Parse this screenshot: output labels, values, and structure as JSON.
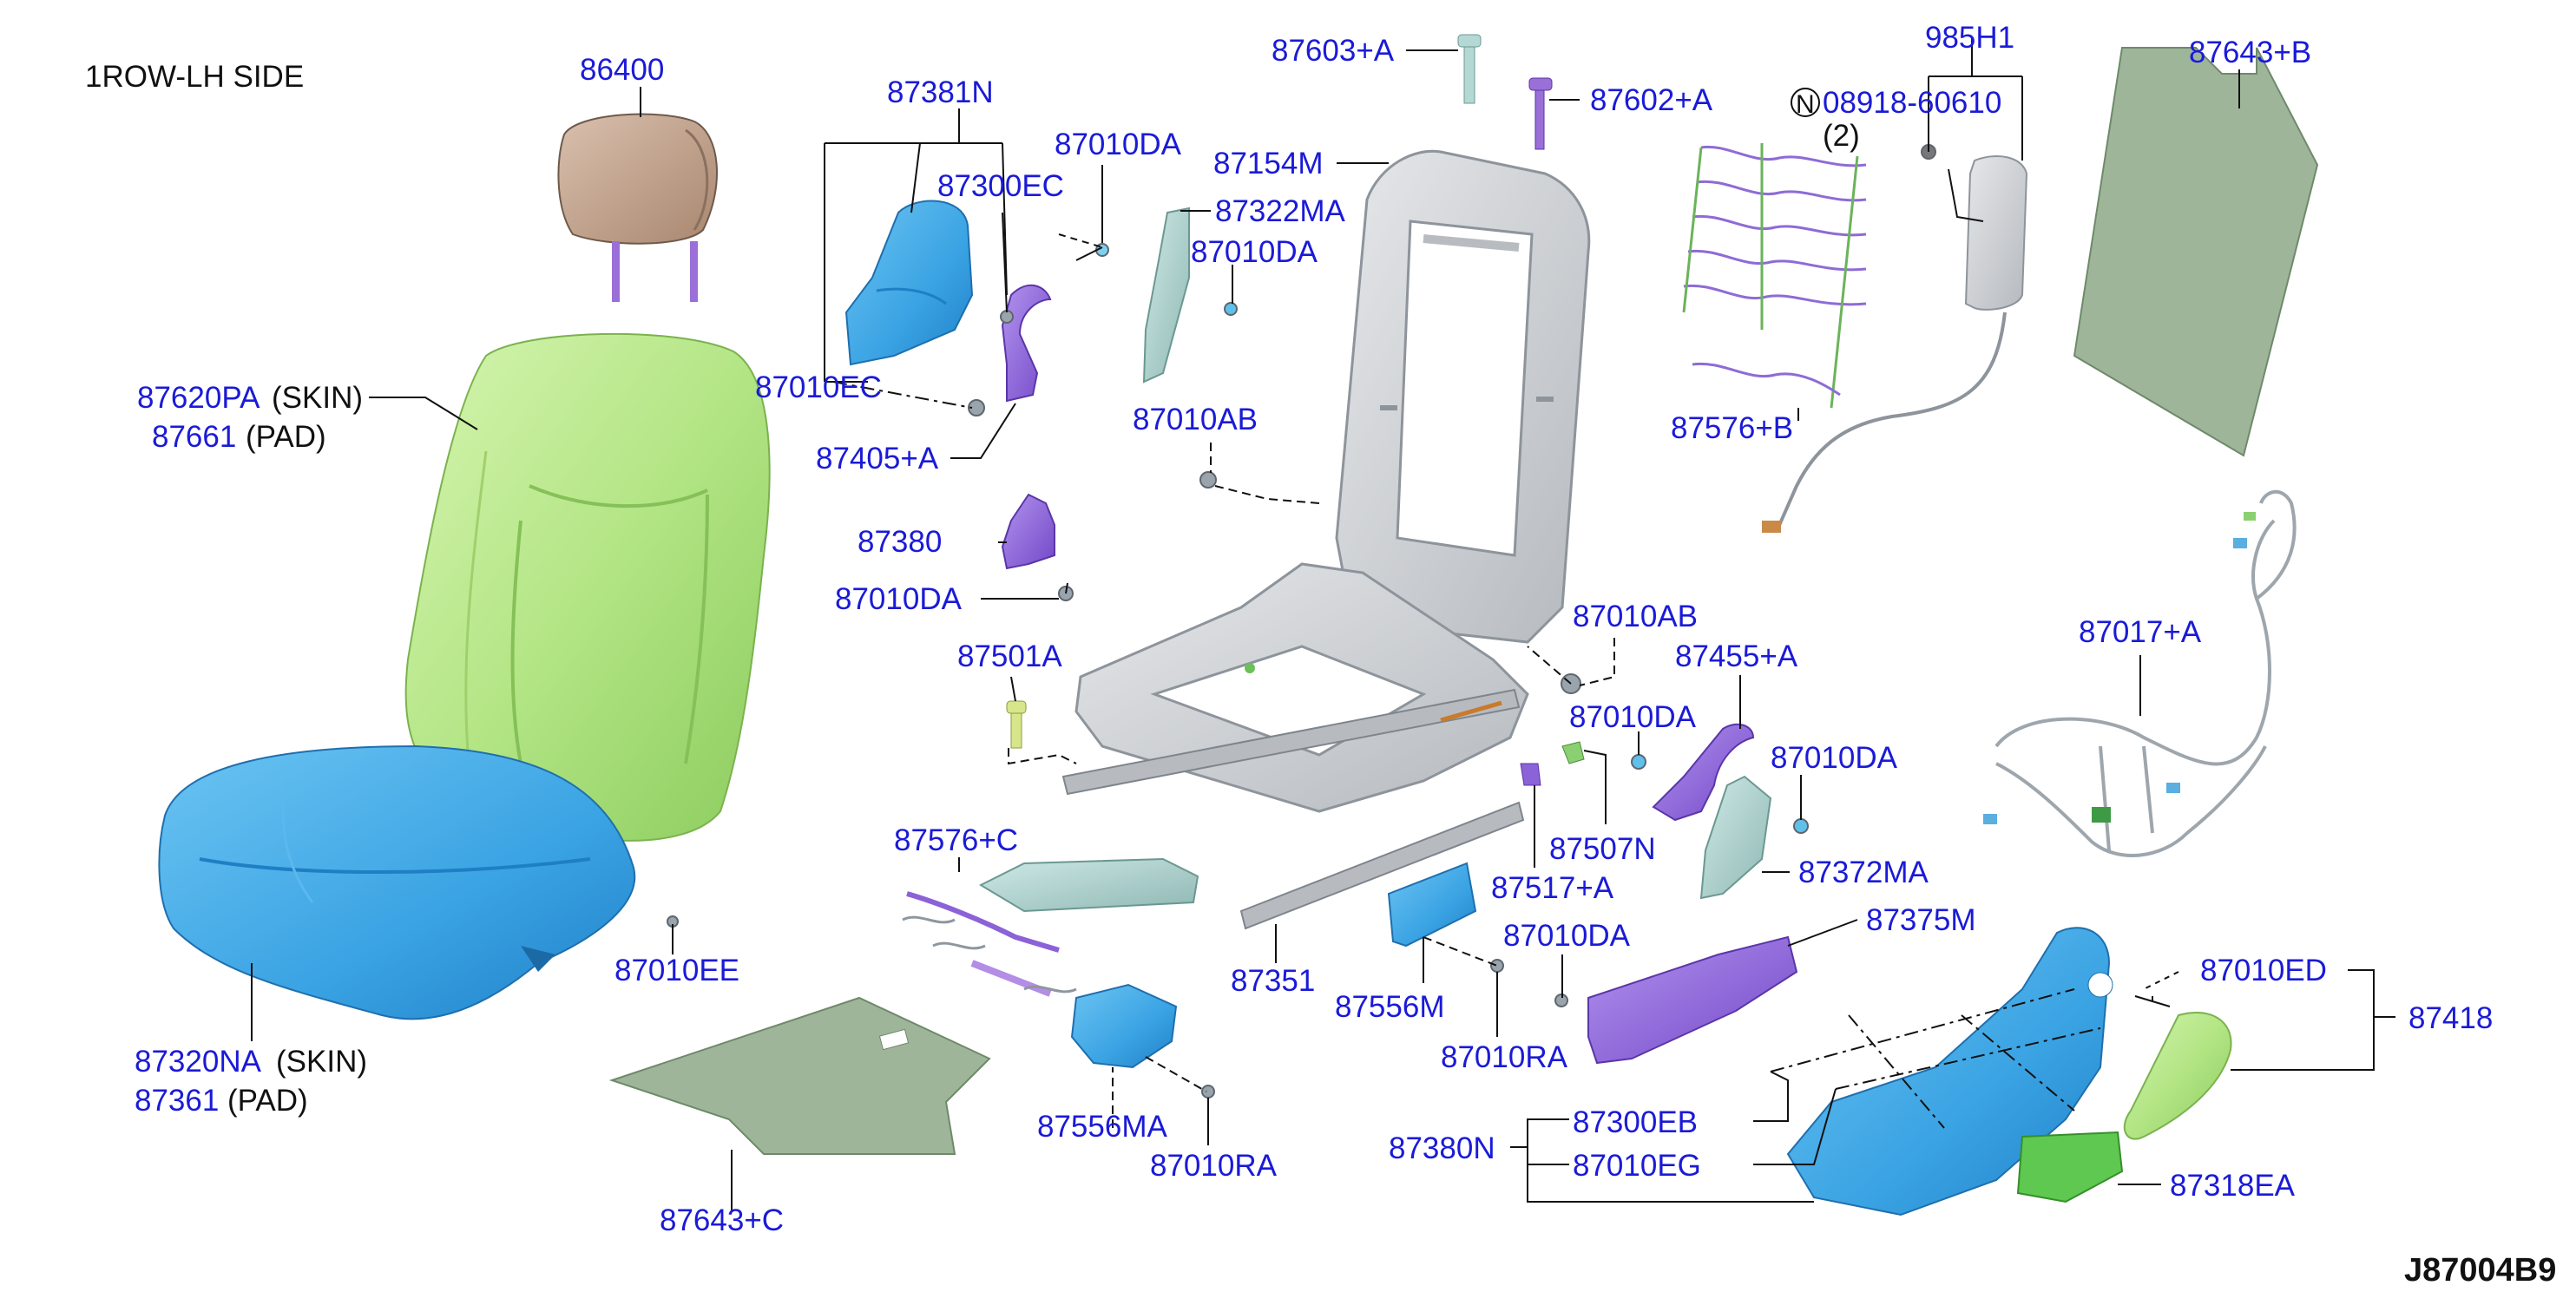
{
  "diagram": {
    "side_title": "1ROW-LH SIDE",
    "drawing_code": "J87004B9",
    "colors": {
      "label": "#1a1ad8",
      "line": "#111111",
      "skin_green": "#b7e88c",
      "cushion_blue": "#3aa8e8",
      "frame_gray": "#c9ccd0",
      "purple": "#8c62d8",
      "insulator": "#9fb59a",
      "headrest": "#c9a996"
    },
    "labels": {
      "p86400": "86400",
      "p87381N": "87381N",
      "p87300EC": "87300EC",
      "p87010DA_a": "87010DA",
      "p87010EC": "87010EC",
      "p87405A": "87405+A",
      "p87380": "87380",
      "p87010DA_b": "87010DA",
      "p87620PA": "87620PA",
      "skin1": "(SKIN)",
      "p87661": "87661",
      "pad1": "(PAD)",
      "p87603A": "87603+A",
      "p87602A": "87602+A",
      "p87154M": "87154M",
      "p87322MA": "87322MA",
      "p87010DA_c": "87010DA",
      "p87010AB_a": "87010AB",
      "p985H1": "985H1",
      "n_mark": "N",
      "p08918": "08918-60610",
      "qty2": "(2)",
      "p87643B": "87643+B",
      "p87576B": "87576+B",
      "p87017A": "87017+A",
      "p87010AB_b": "87010AB",
      "p87455A": "87455+A",
      "p87010DA_d": "87010DA",
      "p87010DA_e": "87010DA",
      "p87507N": "87507N",
      "p87372MA": "87372MA",
      "p87501A": "87501A",
      "p87576C": "87576+C",
      "p87517A": "87517+A",
      "p87010EE": "87010EE",
      "p87320NA": "87320NA",
      "skin2": "(SKIN)",
      "p87361": "87361",
      "pad2": "(PAD)",
      "p87351": "87351",
      "p87556M": "87556M",
      "p87010DA_f": "87010DA",
      "p87375M": "87375M",
      "p87010RA_a": "87010RA",
      "p87010ED": "87010ED",
      "p87418": "87418",
      "p87556MA": "87556MA",
      "p87010RA_b": "87010RA",
      "p87643C": "87643+C",
      "p87380N": "87380N",
      "p87300EB": "87300EB",
      "p87010EG": "87010EG",
      "p87318EA": "87318EA"
    }
  }
}
